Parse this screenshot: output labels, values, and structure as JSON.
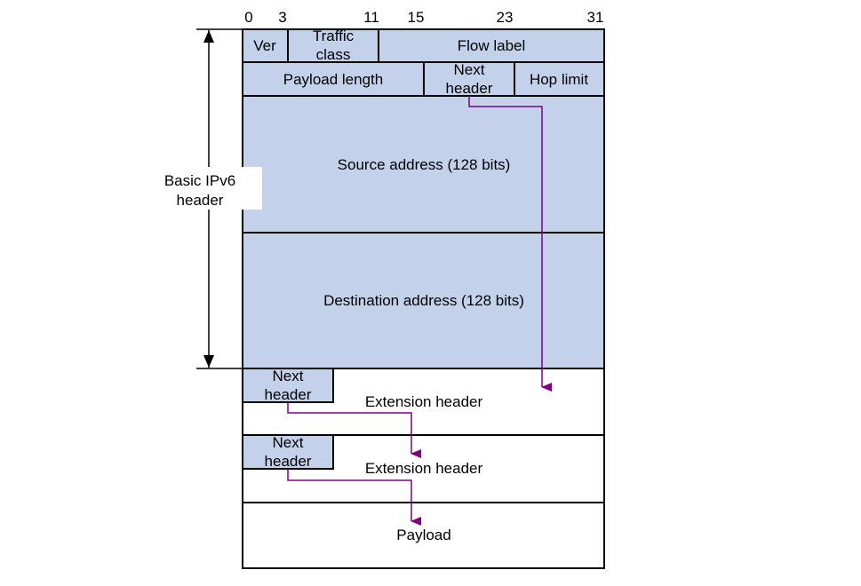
{
  "bit_positions": [
    "0",
    "3",
    "11",
    "15",
    "23",
    "31"
  ],
  "row1": {
    "ver": "Ver",
    "traffic_class": [
      "Traffic",
      "class"
    ],
    "flow_label": "Flow label"
  },
  "row2": {
    "payload_length": "Payload length",
    "next_header": [
      "Next",
      "header"
    ],
    "hop_limit": "Hop limit"
  },
  "source_address": "Source address (128 bits)",
  "destination_address": "Destination address (128 bits)",
  "basic_header_label": [
    "Basic IPv6",
    "header"
  ],
  "extension_1": {
    "next_header": [
      "Next",
      "header"
    ],
    "label": "Extension header"
  },
  "extension_2": {
    "next_header": [
      "Next",
      "header"
    ],
    "label": "Extension header"
  },
  "payload": "Payload",
  "colors": {
    "field_fill": "#c3d1ea",
    "arrow": "#800080",
    "border": "#000000"
  }
}
